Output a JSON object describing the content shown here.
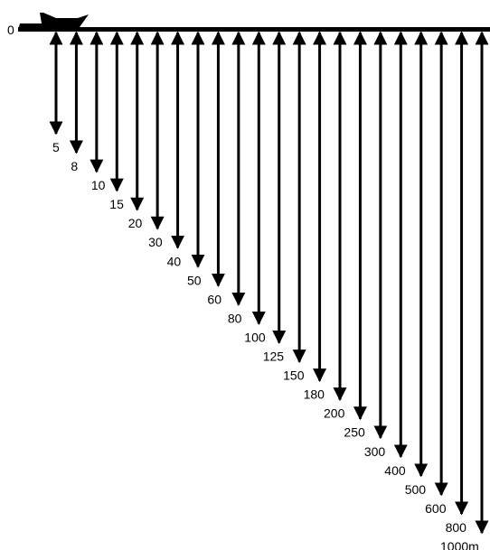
{
  "surface_label": "0",
  "boat_icon": "boat-icon",
  "colors": {
    "ink": "#000000",
    "background": "#ffffff"
  },
  "ranges": [
    {
      "depth": 5,
      "label": "5"
    },
    {
      "depth": 8,
      "label": "8"
    },
    {
      "depth": 10,
      "label": "10"
    },
    {
      "depth": 15,
      "label": "15"
    },
    {
      "depth": 20,
      "label": "20"
    },
    {
      "depth": 30,
      "label": "30"
    },
    {
      "depth": 40,
      "label": "40"
    },
    {
      "depth": 50,
      "label": "50"
    },
    {
      "depth": 60,
      "label": "60"
    },
    {
      "depth": 80,
      "label": "80"
    },
    {
      "depth": 100,
      "label": "100"
    },
    {
      "depth": 125,
      "label": "125"
    },
    {
      "depth": 150,
      "label": "150"
    },
    {
      "depth": 180,
      "label": "180"
    },
    {
      "depth": 200,
      "label": "200"
    },
    {
      "depth": 250,
      "label": "250"
    },
    {
      "depth": 300,
      "label": "300"
    },
    {
      "depth": 400,
      "label": "400"
    },
    {
      "depth": 500,
      "label": "500"
    },
    {
      "depth": 600,
      "label": "600"
    },
    {
      "depth": 800,
      "label": "800"
    },
    {
      "depth": 1000,
      "label": "1000m"
    }
  ]
}
